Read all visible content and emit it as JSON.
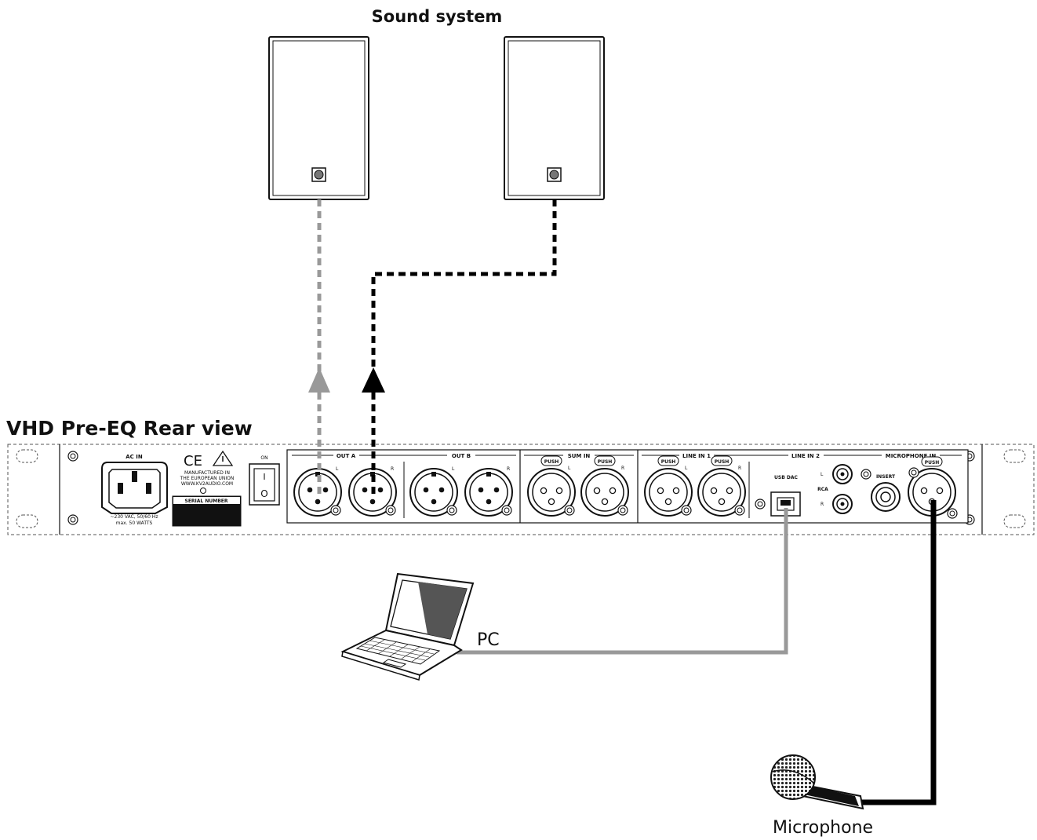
{
  "diagram": {
    "top_title": "Sound system",
    "rear_title": "VHD Pre-EQ Rear view",
    "pc_label": "PC",
    "mic_label": "Microphone"
  },
  "panel": {
    "ac_in": "AC IN",
    "voltage": "~230 VAC, 50/60 Hz",
    "watts": "max. 50 WATTS",
    "ce": "CE",
    "manufactured_1": "MANUFACTURED IN",
    "manufactured_2": "THE EUROPEAN UNION",
    "website": "WWW.KV2AUDIO.COM",
    "serial": "SERIAL NUMBER",
    "on": "ON",
    "switch_on": "I",
    "switch_off": "O",
    "out_a": "OUT A",
    "out_b": "OUT B",
    "sum_in": "SUM IN",
    "line_in_1": "LINE IN 1",
    "line_in_2": "LINE IN 2",
    "microphone_in": "MICROPHONE IN",
    "usb_dac": "USB DAC",
    "rca": "RCA",
    "insert": "INSERT",
    "push": "PUSH",
    "l": "L",
    "r": "R"
  },
  "colors": {
    "cable_gray": "#999999",
    "cable_black": "#000000",
    "panel_line": "#111111"
  },
  "icons": [
    "speaker-icon",
    "xlr-connector-icon",
    "iec-power-socket-icon",
    "usb-port-icon",
    "rca-jack-icon",
    "jack-socket-icon",
    "laptop-icon",
    "microphone-icon",
    "warning-icon",
    "arrow-up-icon"
  ]
}
